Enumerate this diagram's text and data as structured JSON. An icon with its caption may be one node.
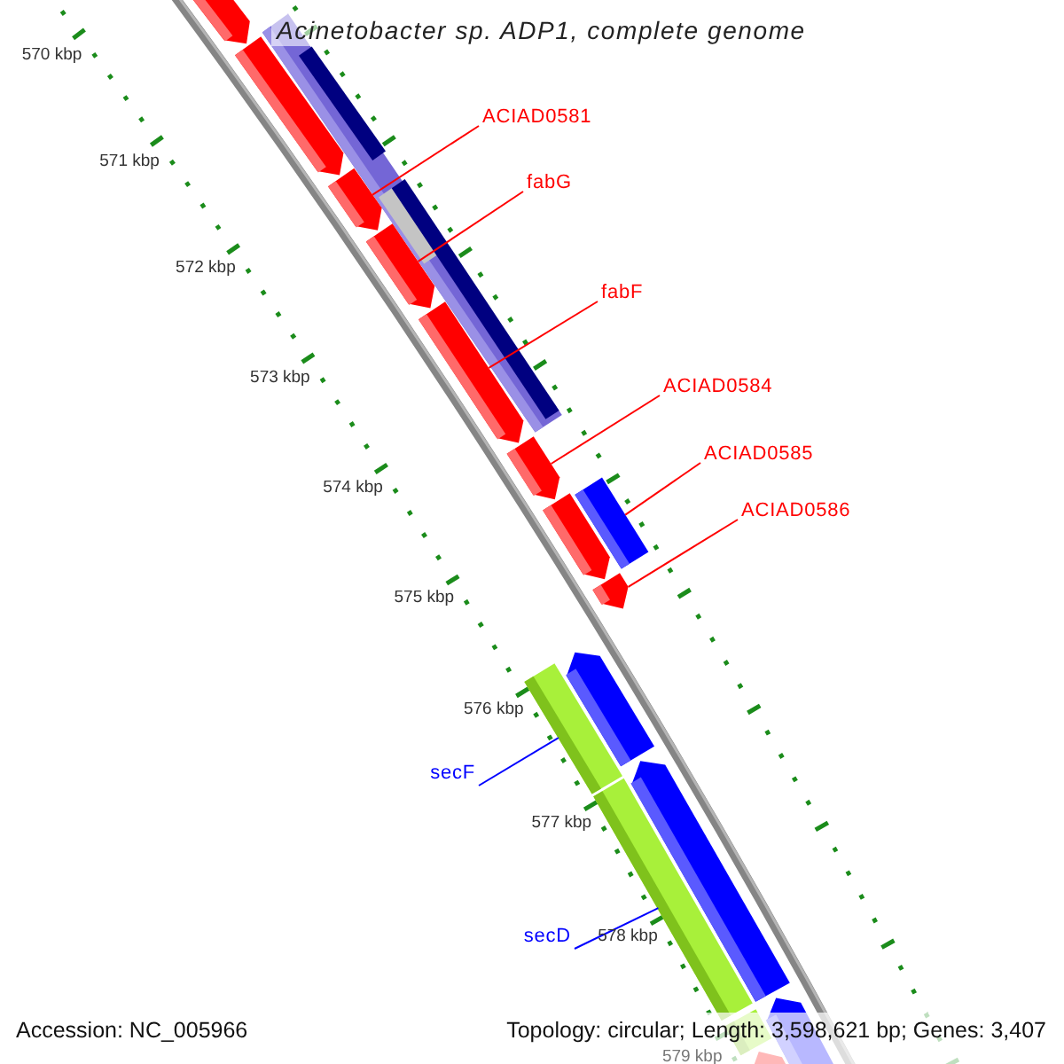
{
  "diagram": {
    "title": "Acinetobacter sp. ADP1, complete genome",
    "nodes": [
      {
        "text": [
          "ACIAD0581"
        ]
      },
      {
        "text": [
          "fabG"
        ]
      },
      {
        "text": [
          "fabF"
        ]
      },
      {
        "text": [
          "ACIAD0584"
        ]
      },
      {
        "text": [
          "ACIAD0585"
        ]
      },
      {
        "text": [
          "ACIAD0586"
        ]
      },
      {
        "text": [
          "secF"
        ]
      },
      {
        "text": [
          "secD"
        ]
      },
      {
        "text": [],
        "shape": "arrow"
      },
      {
        "text": [],
        "shape": "bar"
      },
      {
        "text": [],
        "shape": "bar",
        "in": 9
      },
      {
        "text": [],
        "shape": "arrow"
      },
      {
        "text": [],
        "shape": "arrow"
      },
      {
        "text": [],
        "shape": "bar",
        "in": 9
      },
      {
        "text": [],
        "shape": "bar",
        "in": 9
      },
      {
        "text": [],
        "shape": "arrow"
      },
      {
        "text": [],
        "shape": "arrow"
      },
      {
        "text": [],
        "shape": "arrow"
      },
      {
        "text": [],
        "shape": "arrow"
      },
      {
        "text": [],
        "shape": "bar"
      },
      {
        "text": [],
        "shape": "arrow"
      },
      {
        "text": [],
        "shape": "bar"
      },
      {
        "text": [],
        "shape": "arrow"
      },
      {
        "text": [],
        "shape": "bar"
      },
      {
        "text": [],
        "shape": "arrow"
      },
      {
        "text": [],
        "shape": "bar"
      },
      {
        "text": [],
        "shape": "arrow"
      },
      {
        "text": [],
        "shape": "arrow"
      }
    ],
    "edges": [
      {
        "from": 0,
        "to": 12,
        "arrow": "none"
      },
      {
        "from": 1,
        "to": 15,
        "arrow": "none"
      },
      {
        "from": 2,
        "to": 16,
        "arrow": "none"
      },
      {
        "from": 3,
        "to": 17,
        "arrow": "none"
      },
      {
        "from": 4,
        "to": 19,
        "arrow": "none"
      },
      {
        "from": 5,
        "to": 20,
        "arrow": "none"
      },
      {
        "from": 6,
        "to": 21,
        "arrow": "none",
        "color": "#0000ff"
      },
      {
        "from": 7,
        "to": 23,
        "arrow": "none",
        "color": "#0000ff"
      }
    ],
    "labels": [
      "570 kbp",
      "571 kbp",
      "572 kbp",
      "573 kbp",
      "574 kbp",
      "575 kbp",
      "576 kbp",
      "577 kbp",
      "578 kbp",
      "579 kbp",
      "Accession: NC_005966",
      "Topology: circular; Length: 3,598,621 bp; Genes: 3,407"
    ]
  }
}
